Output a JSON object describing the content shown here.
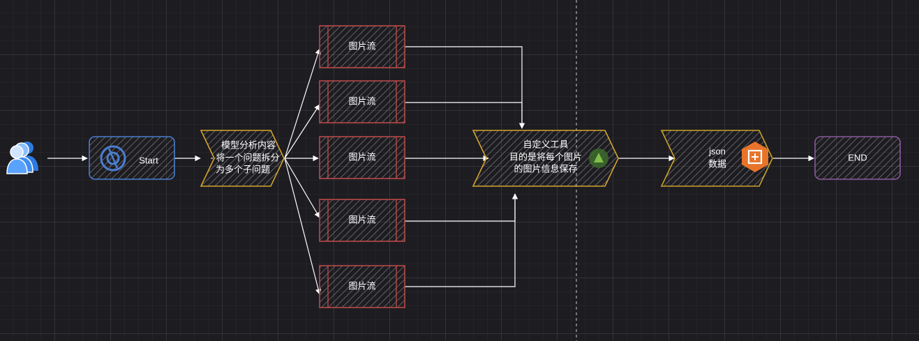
{
  "nodes": {
    "start": {
      "label": "Start"
    },
    "analyze": {
      "lines": [
        "模型分析内容",
        "- 将一个问题拆分",
        "为多个子问题"
      ]
    },
    "streams": [
      "图片流",
      "图片流",
      "图片流",
      "图片流",
      "图片流"
    ],
    "tool": {
      "lines": [
        "自定义工具",
        "目的是将每个图片",
        "的图片信息保存"
      ]
    },
    "json": {
      "lines": [
        "json",
        "数据"
      ]
    },
    "end": {
      "label": "END"
    }
  },
  "colors": {
    "start": "#4a7fd0",
    "analyze": "#d4a52a",
    "stream": "#b94a48",
    "tool": "#d4a52a",
    "json": "#c9a227",
    "end": "#8a5aa0",
    "user_icon": "#3f8ff0",
    "tool_badge": "#5a9a3a",
    "json_badge": "#e8742a"
  },
  "icons": {
    "users": "users-icon",
    "start": "openai-logo-icon",
    "tool": "tool-badge-icon",
    "json": "json-badge-icon"
  }
}
